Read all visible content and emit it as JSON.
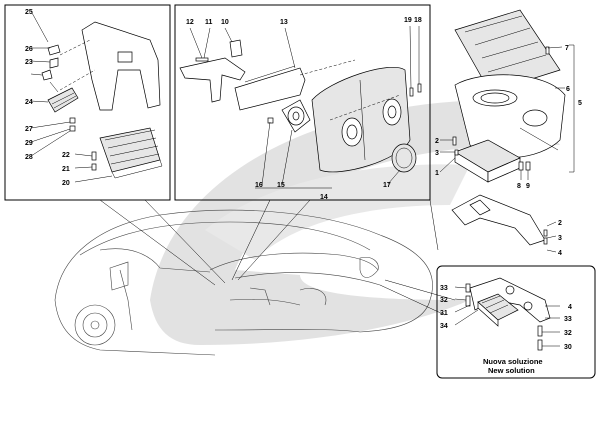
{
  "callouts": {
    "c1": "1",
    "c2a": "2",
    "c2b": "2",
    "c3a": "3",
    "c3b": "3",
    "c4a": "4",
    "c4b": "4",
    "c5": "5",
    "c6": "6",
    "c7": "7",
    "c8": "8",
    "c9": "9",
    "c10": "10",
    "c11": "11",
    "c12": "12",
    "c13": "13",
    "c14": "14",
    "c15": "15",
    "c16": "16",
    "c17": "17",
    "c18": "18",
    "c19": "19",
    "c20": "20",
    "c21": "21",
    "c22": "22",
    "c23": "23",
    "c24": "24",
    "c25": "25",
    "c26": "26",
    "c27": "27",
    "c28": "28",
    "c29": "29",
    "c30": "30",
    "c31": "31",
    "c32a": "32",
    "c32b": "32",
    "c33a": "33",
    "c33b": "33",
    "c34": "34"
  },
  "new_solution": {
    "line1": "Nuova soluzione",
    "line2": "New solution"
  },
  "colors": {
    "watermark": "#d9d9d9",
    "highlight": "#f0f0f0"
  }
}
